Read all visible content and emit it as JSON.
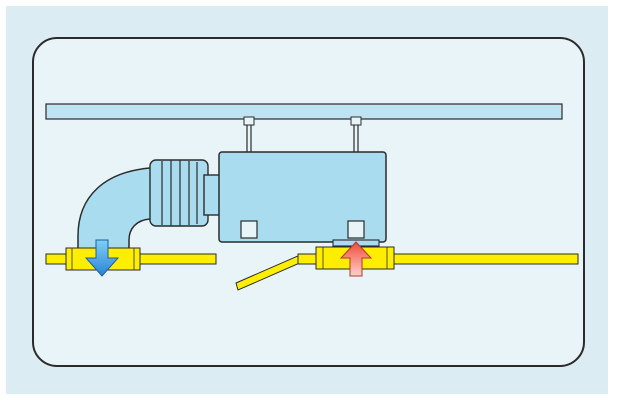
{
  "diagram": {
    "colors": {
      "page_background": "#ffffff",
      "outer_panel": "#dcecf3",
      "inner_panel": "#e8f4f8",
      "frame_stroke": "#2b2b2b",
      "unit_fill": "#a9dcef",
      "rail_fill": "#bfe3f1",
      "pipe_yellow": "#ffee00",
      "outflow_arrow": "#2f8fd8",
      "inflow_arrow": "#f15a4a"
    },
    "parts": [
      "ceiling-rail",
      "hanger-rod-left",
      "hanger-rod-right",
      "heater-unit",
      "bellows-hose",
      "elbow-duct",
      "pipe-left",
      "pipe-right",
      "angled-pipe",
      "outflow-arrow",
      "inflow-arrow"
    ]
  }
}
